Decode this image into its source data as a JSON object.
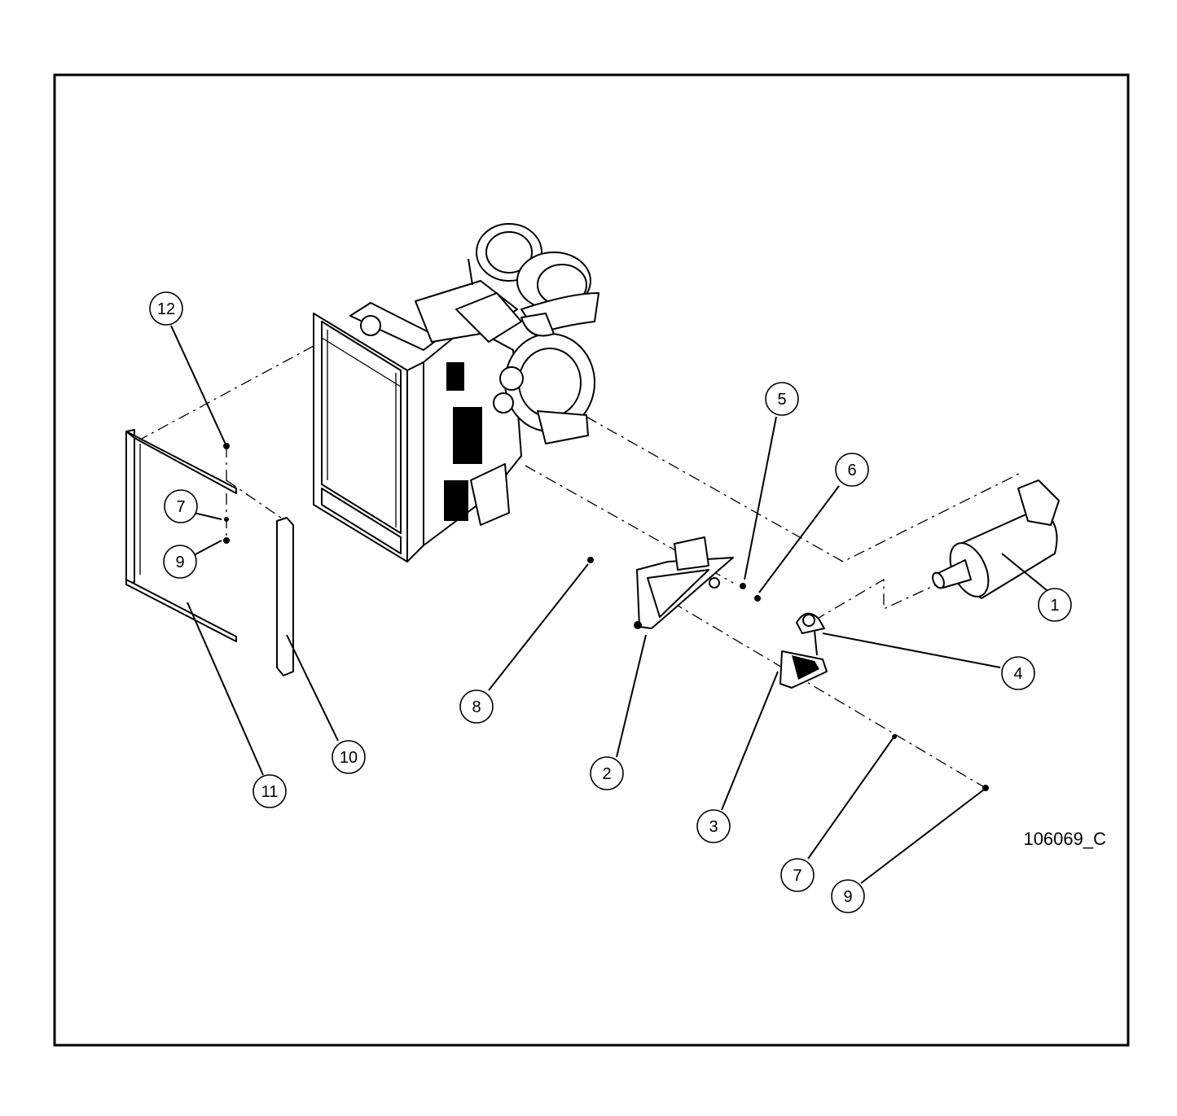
{
  "drawing": {
    "number": "106069_C"
  },
  "callouts": [
    {
      "label": "1"
    },
    {
      "label": "2"
    },
    {
      "label": "3"
    },
    {
      "label": "4"
    },
    {
      "label": "5"
    },
    {
      "label": "6"
    },
    {
      "label": "7"
    },
    {
      "label": "9"
    },
    {
      "label": "8"
    },
    {
      "label": "10"
    },
    {
      "label": "11"
    },
    {
      "label": "12"
    },
    {
      "label": "7"
    },
    {
      "label": "9"
    }
  ],
  "colors": {
    "ink": "#000000",
    "paper": "#ffffff"
  }
}
